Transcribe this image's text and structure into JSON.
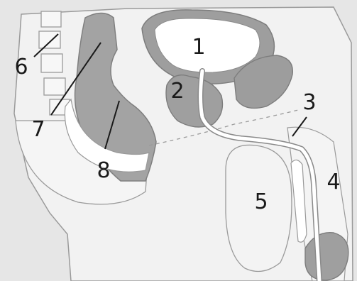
{
  "labels": [
    "1",
    "2",
    "3",
    "4",
    "5",
    "6",
    "7",
    "8"
  ],
  "colors": {
    "background": "#e9e9e9",
    "body_fill": "#f1f1f1",
    "organ_dark": "#9e9e9e",
    "organ_light": "#ffffff",
    "outline": "#8a8a8a",
    "ink": "#1a1a1a"
  }
}
